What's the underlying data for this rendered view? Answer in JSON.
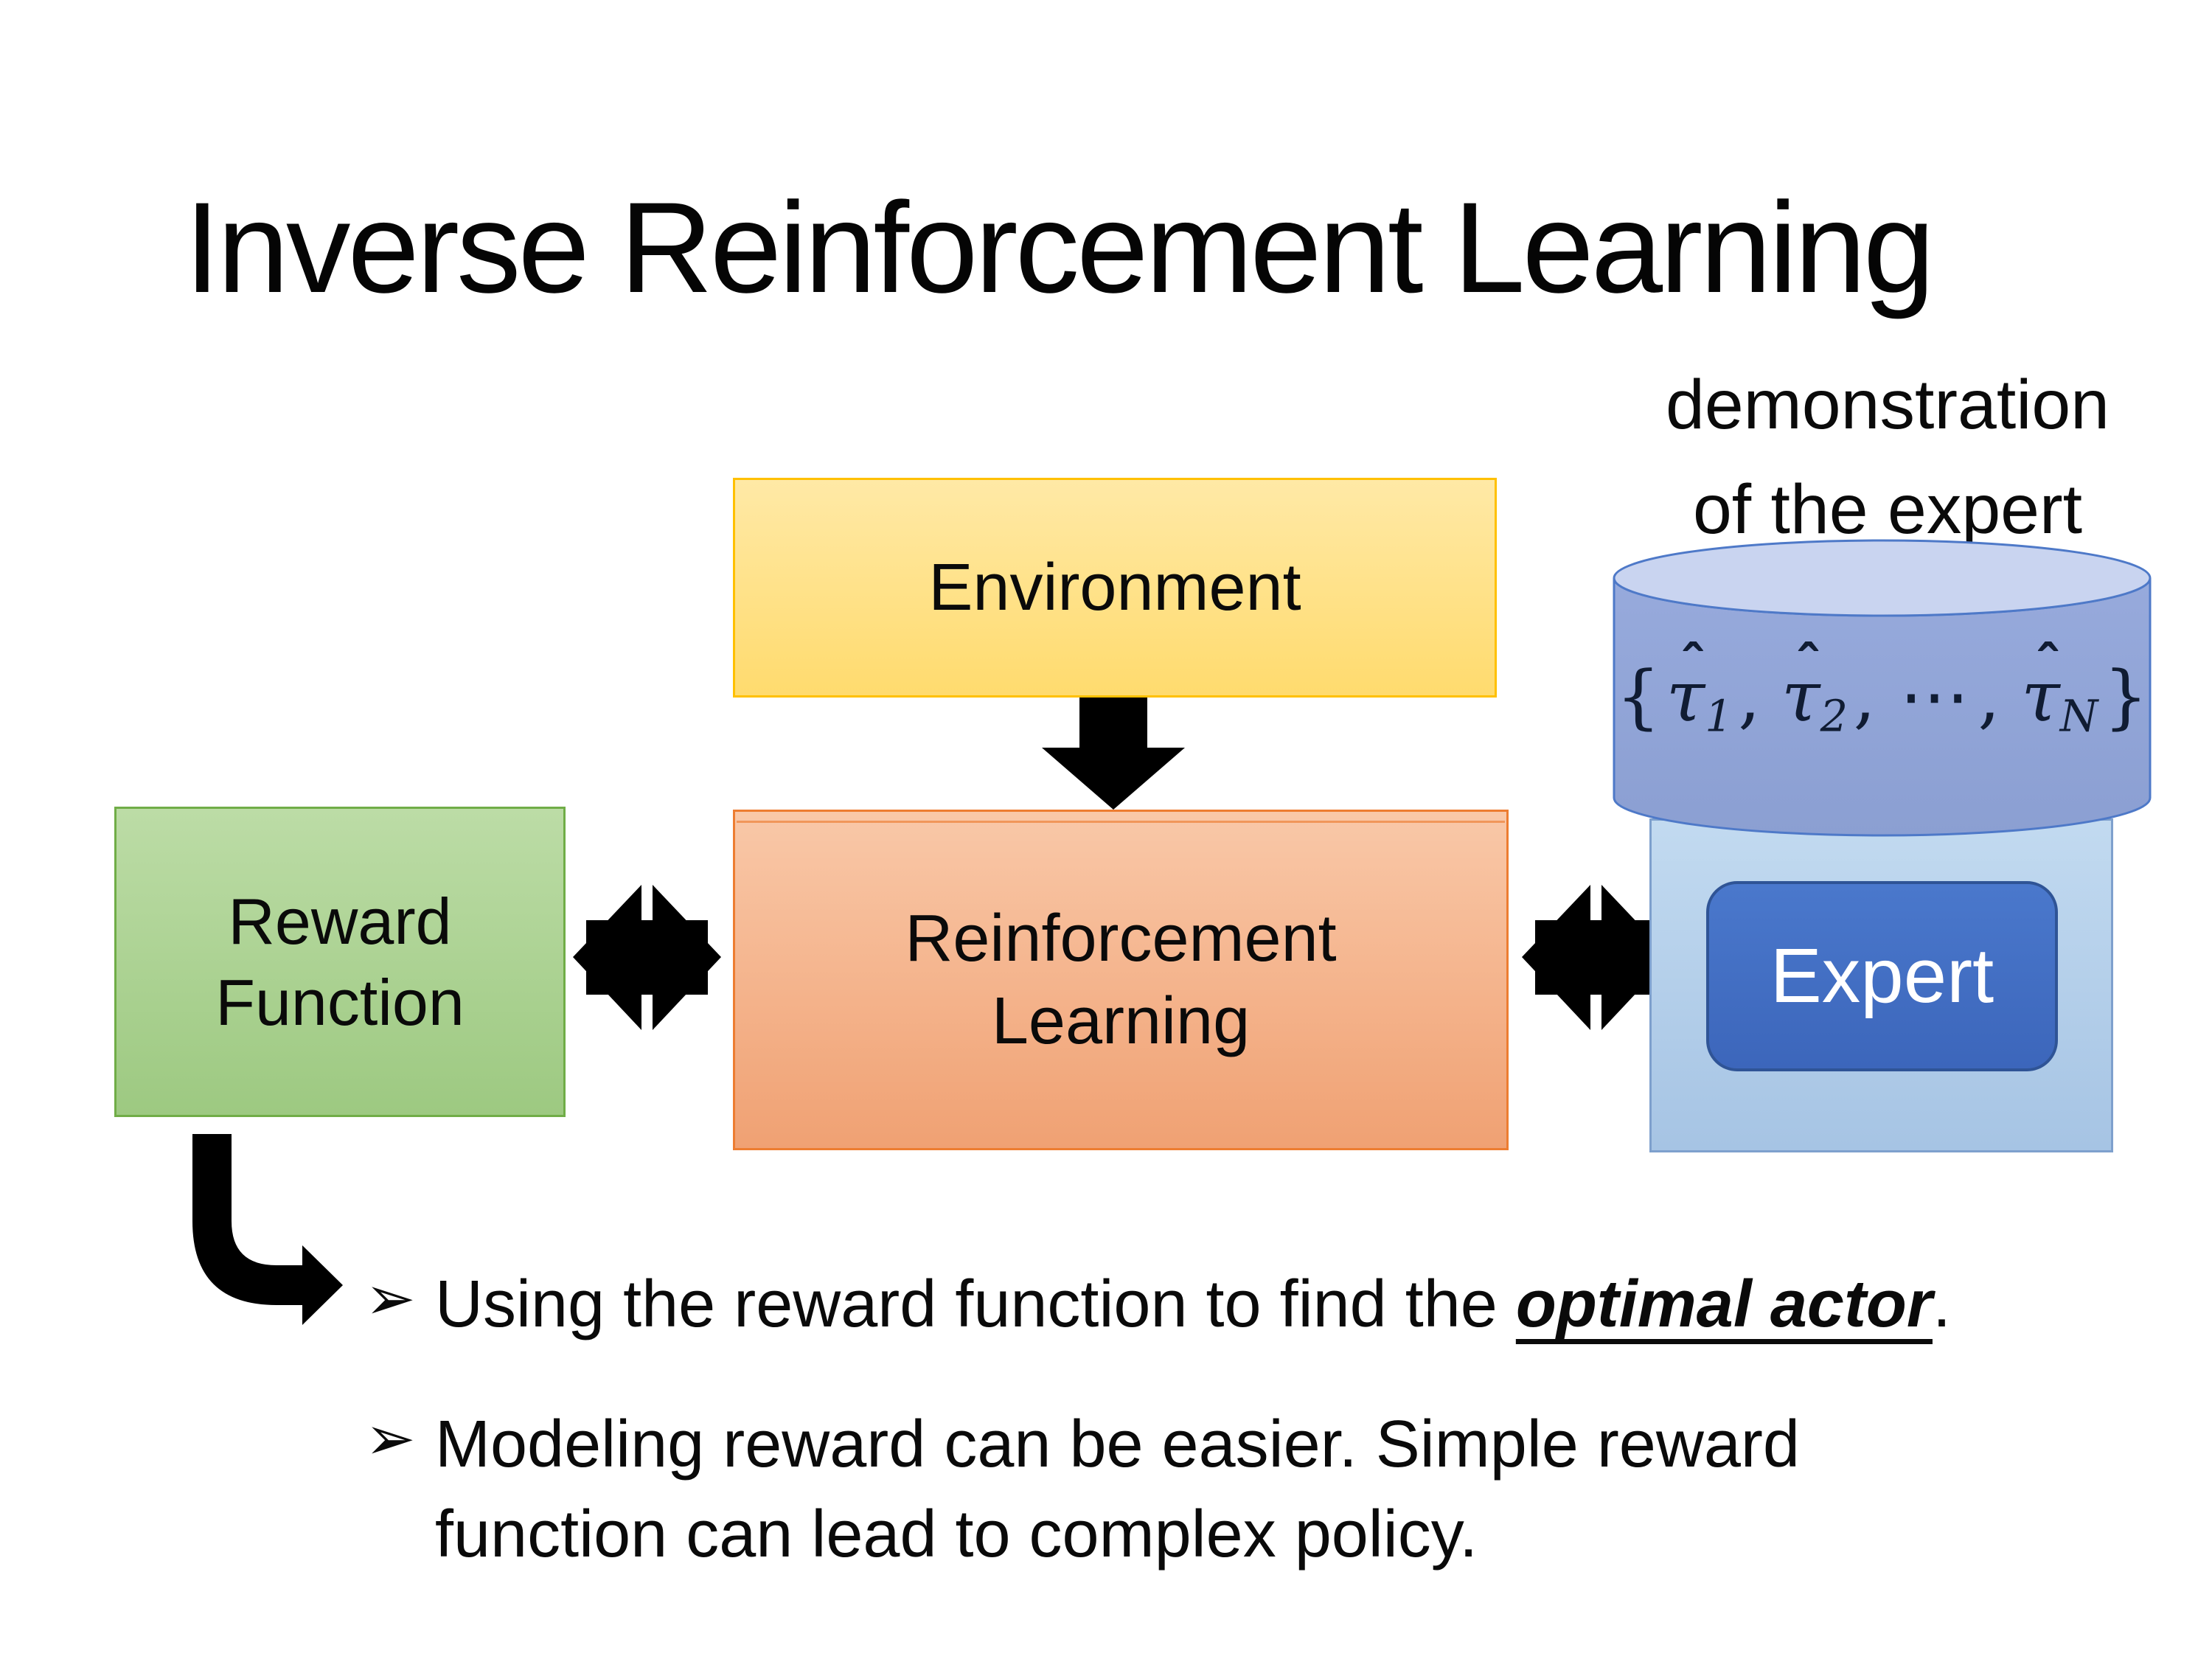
{
  "slide": {
    "title": "Inverse Reinforcement Learning",
    "background_color": "#FFFFFF",
    "text_color": "#0A0A0A"
  },
  "diagram": {
    "demonstration_caption": {
      "line1": "demonstration",
      "line2": "of the expert"
    },
    "trajectory_set": {
      "open_brace": "{",
      "tau": "τ",
      "hat": "ˆ",
      "sub_1": "1",
      "sub_2": "2",
      "sub_n": "N",
      "separator": ",",
      "dots": "⋯",
      "close_brace": "}"
    },
    "environment_box": {
      "label": "Environment",
      "fill_top": "#FFE9A6",
      "fill_bottom": "#FFDB6E",
      "border": "#FFC000"
    },
    "reinforcement_learning_box": {
      "label_line1": "Reinforcement",
      "label_line2": "Learning",
      "fill_top": "#F9C8A8",
      "fill_bottom": "#F0A173",
      "border": "#ED7D31"
    },
    "reward_function_box": {
      "label_line1": "Reward",
      "label_line2": "Function",
      "fill_top": "#BCDCA6",
      "fill_bottom": "#9DC981",
      "border": "#70AD47"
    },
    "expert_box": {
      "label": "Expert",
      "fill_top": "#4A78CC",
      "fill_bottom": "#3C66BB",
      "border": "#2F5496",
      "text_color": "#FFFFFF"
    },
    "expert_panel": {
      "fill_top": "#C2DAF0",
      "fill_bottom": "#A6C4E4",
      "border": "#7EA0CD"
    },
    "demonstration_database": {
      "body_top": "#97AADC",
      "body_bottom": "#8B9FD2",
      "lid_fill": "#C9D4F0",
      "outline": "#4E79C8"
    },
    "arrow_color": "#000000"
  },
  "bullets": {
    "marker": "➢",
    "item1": {
      "text_before": "Using the reward function to find the ",
      "emphasis": "optimal actor",
      "text_after": "."
    },
    "item2": {
      "line1": "Modeling reward can be easier. Simple reward",
      "line2": "function can lead to complex policy."
    }
  }
}
